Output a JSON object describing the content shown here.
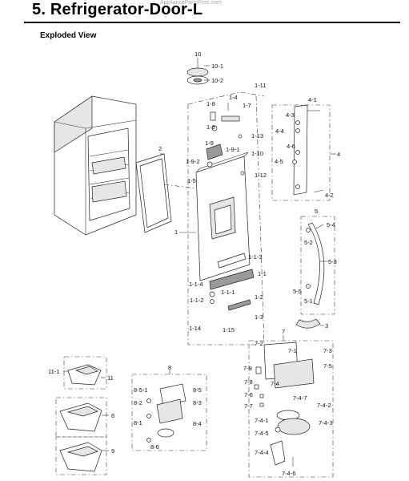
{
  "header": {
    "title": "5.  Refrigerator-Door-L",
    "watermark": "AppliancePartsPros.com",
    "subtitle": "Exploded View"
  },
  "callouts": [
    "10",
    "10-1",
    "10-2",
    "1-11",
    "1-4",
    "1-8",
    "1-7",
    "1-6",
    "1-13",
    "1-9",
    "1-9-1",
    "1-10",
    "1-9-2",
    "1-5",
    "1-12",
    "2",
    "1",
    "4-1",
    "4-3",
    "4-4",
    "4-6",
    "4-5",
    "4",
    "4-2",
    "5",
    "5-4",
    "5-2",
    "5-3",
    "5-5",
    "5-1",
    "1-1-3",
    "1-1",
    "1-1-4",
    "1-1-1",
    "1-1-2",
    "1-2",
    "1-3",
    "1-14",
    "1-15",
    "3",
    "7",
    "7-2",
    "7-1",
    "7-3",
    "7-9",
    "7-5",
    "7-8",
    "7-4",
    "7-4-7",
    "7-6",
    "7-4-2",
    "7-7",
    "7-4-1",
    "7-4-3",
    "7-4-5",
    "7-4-4",
    "7-4-6",
    "8",
    "8-5-1",
    "8-5",
    "8-2",
    "8-3",
    "8-1",
    "8-4",
    "8-6",
    "11-1",
    "11",
    "6",
    "9"
  ]
}
